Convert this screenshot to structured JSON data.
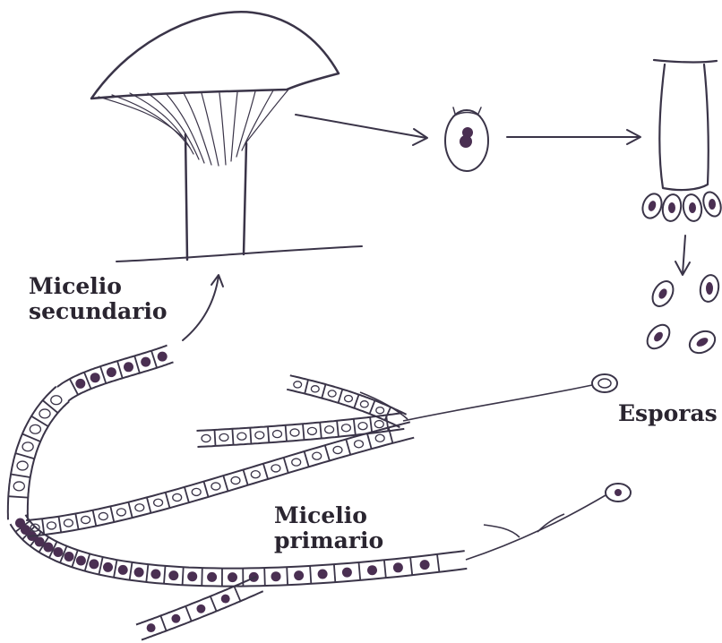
{
  "labels": {
    "secondary_mycelium": [
      "Micelio",
      "secundario"
    ],
    "spores": "Esporas",
    "primary_mycelium": [
      "Micelio",
      "primario"
    ]
  },
  "colors": {
    "ink": "#3a3448",
    "nucleus": "#4a2f52",
    "background": "#ffffff"
  }
}
